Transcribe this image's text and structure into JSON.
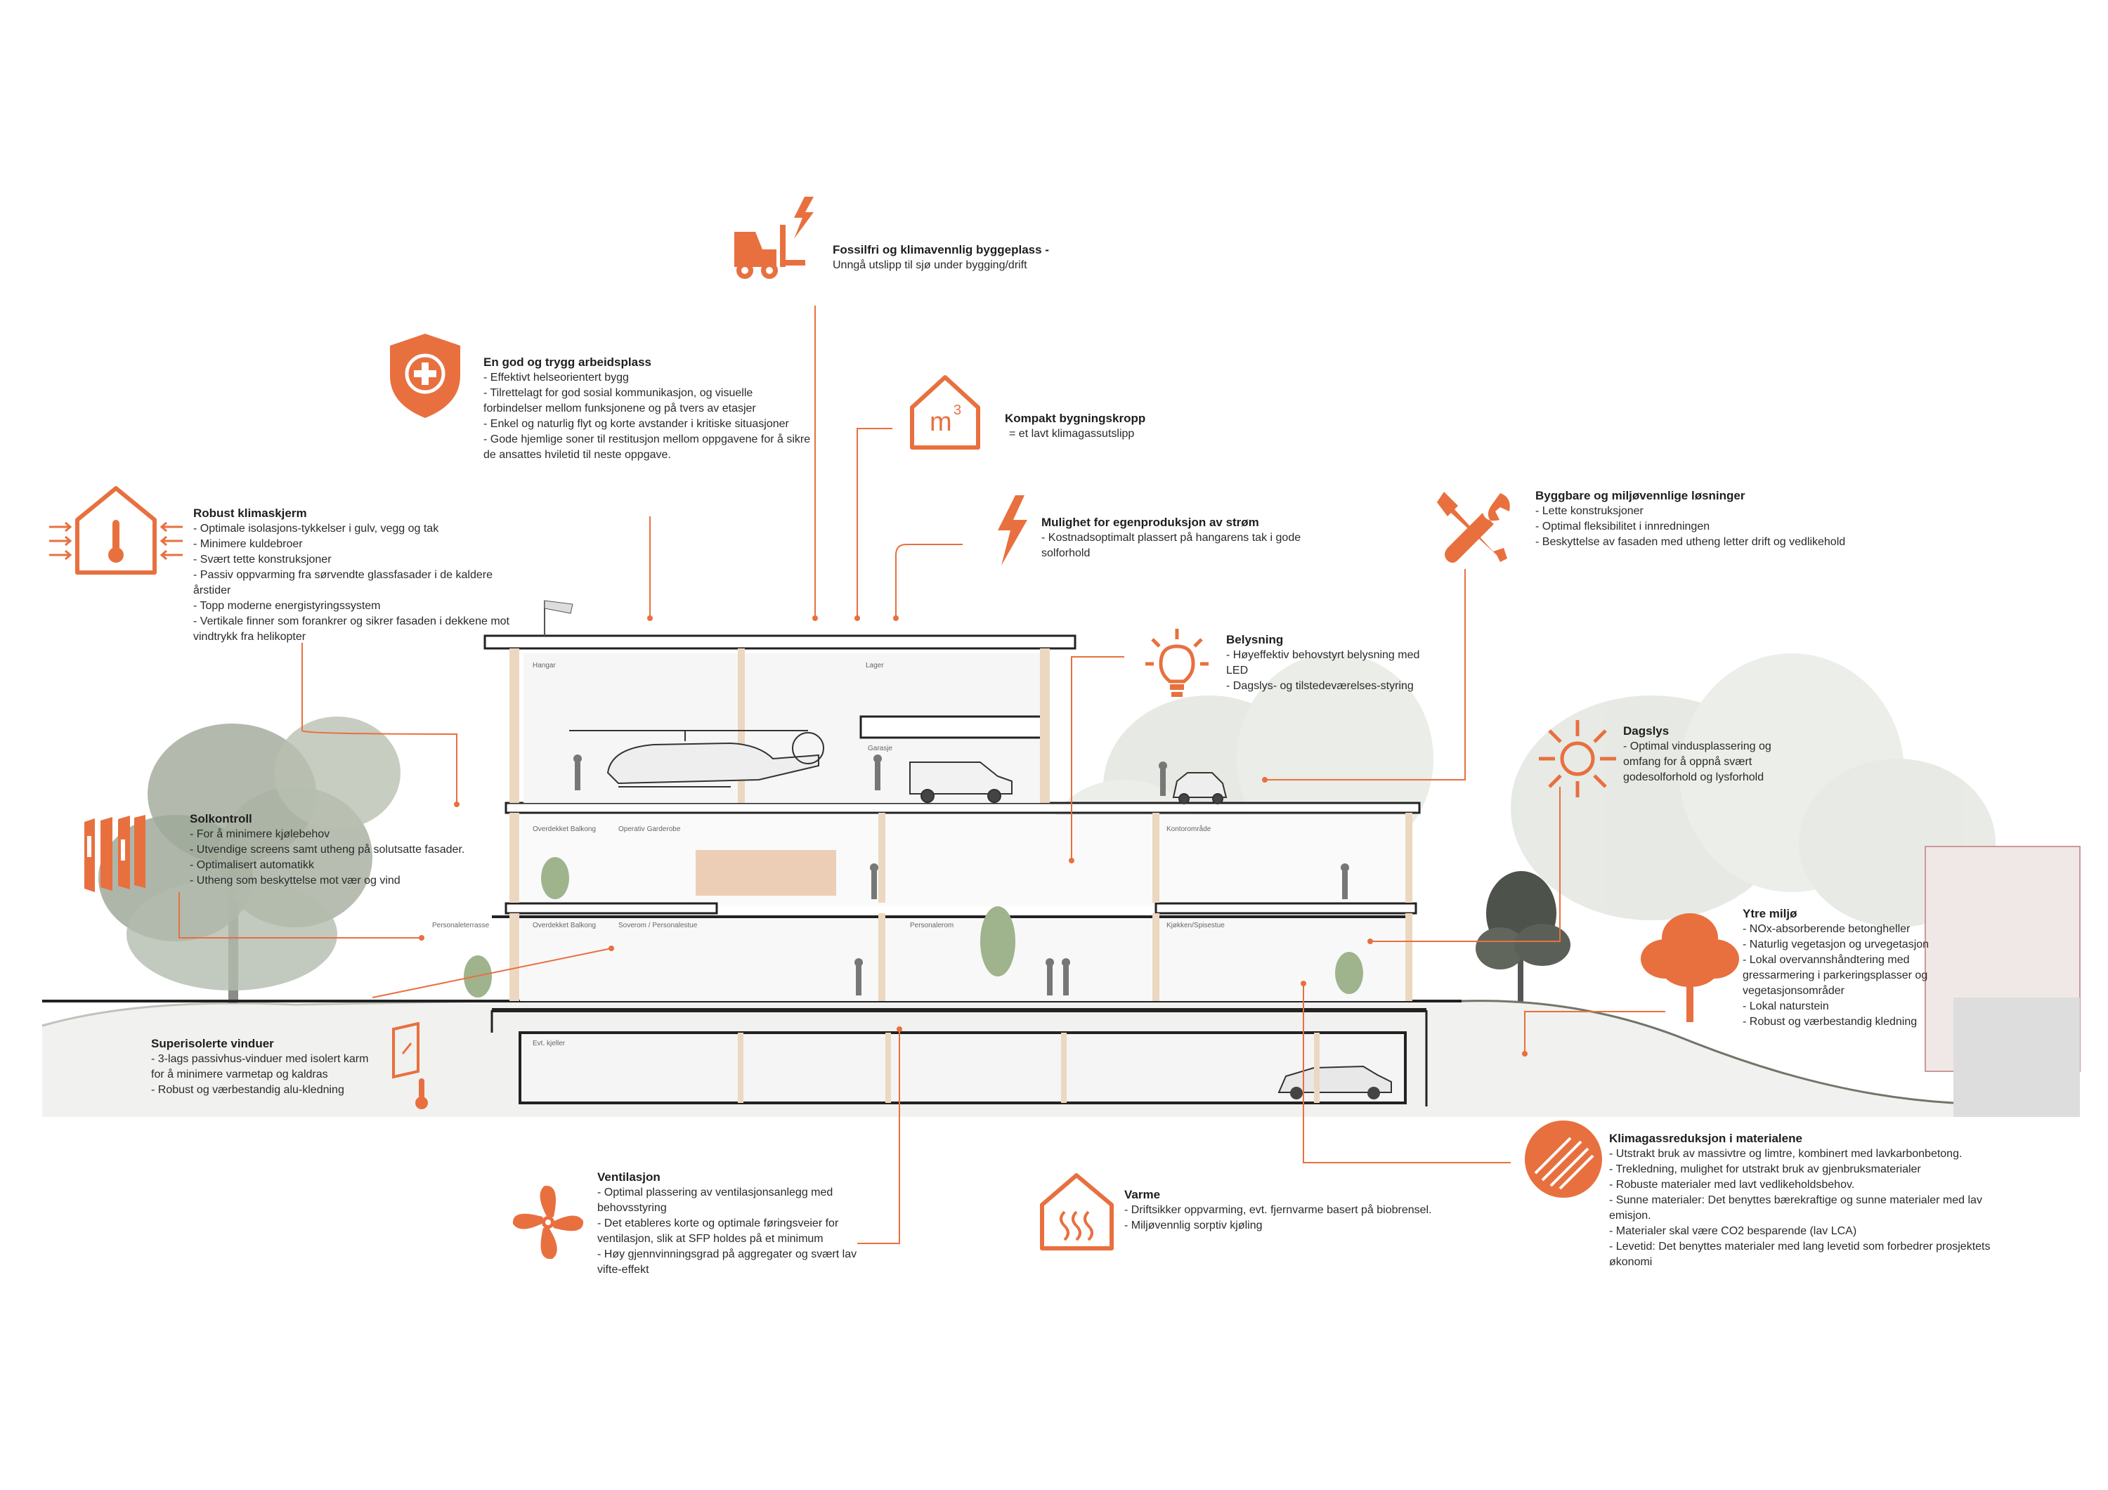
{
  "colors": {
    "accent": "#e8703f",
    "structure": "#222222",
    "timber": "#e9d3b8",
    "tree": "#9aa796"
  },
  "building_labels": {
    "hangar": "Hangar",
    "lager": "Lager",
    "garasje": "Garasje",
    "overdekket_balkong_1": "Overdekket Balkong",
    "operativ_garderobe": "Operativ Garderobe",
    "kontoromrade": "Kontorområde",
    "personaleterrasse": "Personaleterrasse",
    "overdekket_balkong_2": "Overdekket Balkong",
    "soverom": "Soverom / Personalestue",
    "personalerom": "Personalerom",
    "kjokken": "Kjøkken/Spisestue",
    "kjeller": "Evt. kjeller"
  },
  "annotations": {
    "fossilfri": {
      "title": "Fossilfri og klimavennlig byggeplass -",
      "text": "Unngå utslipp til sjø under bygging/drift",
      "icon": "forklift-icon"
    },
    "arbeidsplass": {
      "title": "En god og trygg arbeidsplass",
      "items": [
        "Effektivt helseorientert bygg",
        "Tilrettelagt for god sosial kommunikasjon, og visuelle forbindelser mellom funksjonene og på tvers av etasjer",
        "Enkel og naturlig flyt og korte avstander i kritiske situasjoner",
        "Gode hjemlige soner til restitusjon mellom oppgavene for å sikre de ansattes hviletid til neste oppgave."
      ],
      "icon": "shield-cross-icon"
    },
    "kompakt": {
      "title": "Kompakt bygningskropp",
      "text": "= et lavt klimagassutslipp",
      "icon": "house-m3-icon",
      "icon_text": "m",
      "icon_sup": "3"
    },
    "egenproduksjon": {
      "title": "Mulighet for egenproduksjon av strøm",
      "items": [
        "Kostnadsoptimalt plassert på hangarens tak i gode solforhold"
      ],
      "icon": "lightning-icon"
    },
    "byggbare": {
      "title": "Byggbare og miljøvennlige løsninger",
      "items": [
        "Lette konstruksjoner",
        "Optimal fleksibilitet i innredningen",
        "Beskyttelse av fasaden med utheng letter drift og vedlikehold"
      ],
      "icon": "tools-icon"
    },
    "robust": {
      "title": "Robust klimaskjerm",
      "items": [
        "Optimale isolasjons-tykkelser i gulv, vegg og tak",
        "Minimere kuldebroer",
        "Svært tette konstruksjoner",
        "Passiv oppvarming fra sørvendte glassfasader i de kaldere årstider",
        "Topp moderne energistyringssystem",
        "Vertikale finner som forankrer og sikrer fasaden i dekkene mot vindtrykk fra helikopter"
      ],
      "icon": "house-thermometer-icon"
    },
    "belysning": {
      "title": "Belysning",
      "items": [
        "Høyeffektiv behovstyrt belysning med LED",
        "Dagslys- og tilstedeværelses-styring"
      ],
      "icon": "lightbulb-icon"
    },
    "dagslys": {
      "title": "Dagslys",
      "items": [
        "Optimal vindusplassering og omfang for å oppnå svært godesolforhold og lysforhold"
      ],
      "icon": "sun-icon"
    },
    "solkontroll": {
      "title": "Solkontroll",
      "items": [
        "For å minimere kjølebehov",
        "Utvendige screens samt utheng på solutsatte fasader.",
        "Optimalisert automatikk",
        "Utheng som beskyttelse mot vær og vind"
      ],
      "icon": "screens-icon"
    },
    "ytre_miljo": {
      "title": "Ytre miljø",
      "items": [
        "NOx-absorberende betongheller",
        "Naturlig vegetasjon og urvegetasjon",
        "Lokal overvannshåndtering med gressarmering i parkeringsplasser og vegetasjonsområder",
        "Lokal naturstein",
        "Robust og værbestandig kledning"
      ],
      "icon": "tree-icon"
    },
    "vinduer": {
      "title": "Superisolerte vinduer",
      "items": [
        "3-lags passivhus-vinduer med isolert karm for å minimere varmetap og kaldras",
        "Robust og værbestandig alu-kledning"
      ],
      "icon": "window-thermometer-icon"
    },
    "ventilasjon": {
      "title": "Ventilasjon",
      "items": [
        "Optimal plassering av ventilasjonsanlegg med behovsstyring",
        "Det etableres korte og optimale føringsveier for ventilasjon, slik at SFP holdes på et minimum",
        "Høy gjennvinningsgrad på aggregater og svært lav vifte-effekt"
      ],
      "icon": "fan-icon"
    },
    "varme": {
      "title": "Varme",
      "items": [
        "Driftsikker oppvarming, evt. fjernvarme basert på biobrensel.",
        "Miljøvennlig sorptiv kjøling"
      ],
      "icon": "house-heat-icon"
    },
    "klimagass": {
      "title": "Klimagassreduksjon i materialene",
      "items": [
        "Utstrakt bruk av massivtre og limtre, kombinert med lavkarbonbetong.",
        "Trekledning, mulighet for utstrakt bruk av gjenbruksmaterialer",
        "Robuste materialer med lavt vedlikeholdsbehov.",
        "Sunne materialer: Det benyttes bærekraftige og sunne materialer med lav emisjon.",
        "Materialer skal være CO2 besparende (lav LCA)",
        "Levetid: Det benyttes materialer med lang levetid som forbedrer prosjektets økonomi"
      ],
      "icon": "swan-ecolabel-icon"
    }
  }
}
